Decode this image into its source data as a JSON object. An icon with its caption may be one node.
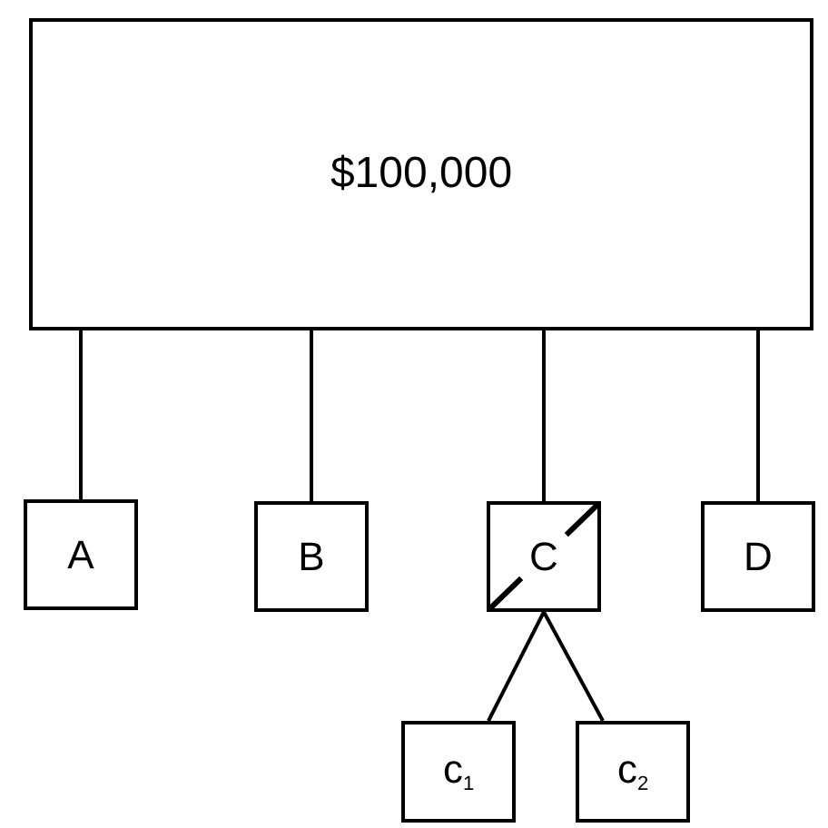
{
  "diagram": {
    "nodes": [
      {
        "text": [
          "$100,000"
        ]
      },
      {
        "text": [
          "A"
        ]
      },
      {
        "text": [
          "B"
        ]
      },
      {
        "text": [
          "C"
        ]
      },
      {
        "text": [
          "D"
        ]
      },
      {
        "text": [
          "c$_{1}$"
        ]
      },
      {
        "text": [
          "c$_{2}$"
        ]
      }
    ],
    "edges": [
      {
        "from": 0,
        "to": 1,
        "arrow": "none"
      },
      {
        "from": 0,
        "to": 2,
        "arrow": "none"
      },
      {
        "from": 0,
        "to": 3,
        "arrow": "none"
      },
      {
        "from": 0,
        "to": 4,
        "arrow": "none"
      },
      {
        "from": 3,
        "to": 5,
        "arrow": "none"
      },
      {
        "from": 3,
        "to": 6,
        "arrow": "none"
      }
    ]
  }
}
